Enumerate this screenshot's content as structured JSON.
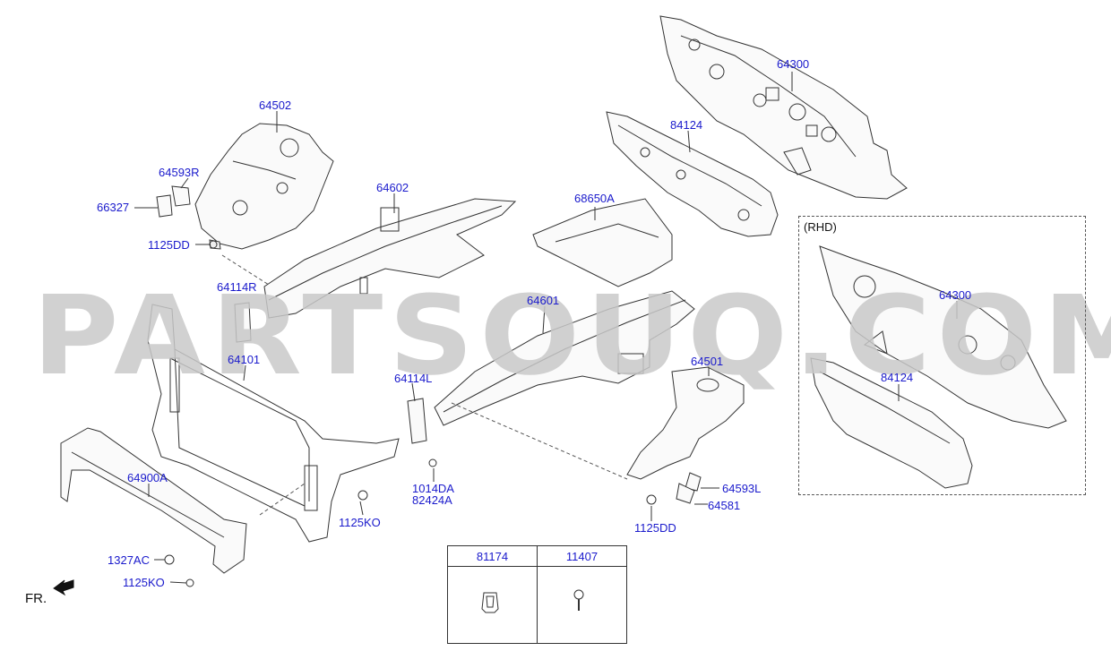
{
  "watermark": "PARTSOUQ.COM",
  "colors": {
    "part_number": "#1a1acc",
    "line": "#333333",
    "watermark": "#c9c9c9"
  },
  "labels": {
    "p64300_top": "64300",
    "p84124_top": "84124",
    "p64502": "64502",
    "p64593R": "64593R",
    "p66327": "66327",
    "p1125DD_left": "1125DD",
    "p64602": "64602",
    "p68650A": "68650A",
    "p64114R": "64114R",
    "p64601": "64601",
    "p64101": "64101",
    "p64114L": "64114L",
    "p64501": "64501",
    "p64900A": "64900A",
    "p1014DA": "1014DA",
    "p82424A": "82424A",
    "p1125KO_mid": "1125KO",
    "p64593L": "64593L",
    "p64581": "64581",
    "p1125DD_right": "1125DD",
    "p1327AC": "1327AC",
    "p1125KO_bottom": "1125KO",
    "p64300_rhd": "64300",
    "p84124_rhd": "84124"
  },
  "rhd_label": "(RHD)",
  "table": {
    "col1": "81174",
    "col2": "11407"
  },
  "front_marker": "FR."
}
